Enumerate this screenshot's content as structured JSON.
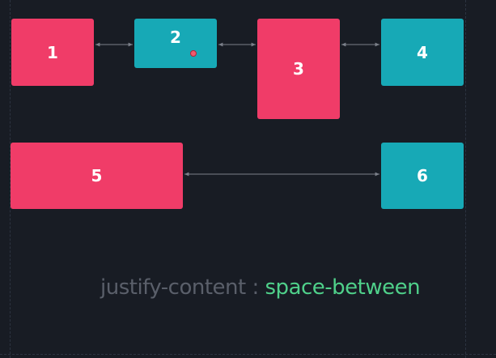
{
  "boxes": [
    {
      "label": "1",
      "color": "#f03c68"
    },
    {
      "label": "2",
      "color": "#17a9b6"
    },
    {
      "label": "3",
      "color": "#f03c68"
    },
    {
      "label": "4",
      "color": "#17a9b6"
    },
    {
      "label": "5",
      "color": "#f03c68"
    },
    {
      "label": "6",
      "color": "#17a9b6"
    }
  ],
  "caption": {
    "property": "justify-content",
    "separator": ":",
    "value": "space-between",
    "property_color": "#5a5f6a",
    "value_color": "#4fd08a"
  },
  "colors": {
    "background": "#181c24",
    "arrow": "#7b808a"
  }
}
